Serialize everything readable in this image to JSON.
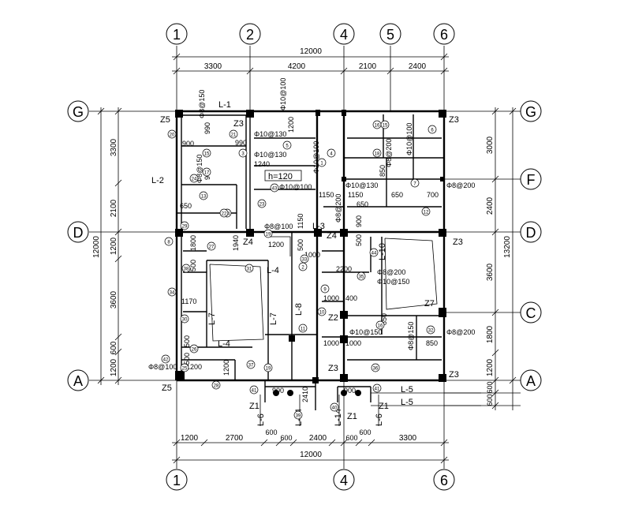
{
  "grid": {
    "top": [
      "1",
      "2",
      "4",
      "5",
      "6"
    ],
    "bottom": [
      "1",
      "4",
      "6"
    ],
    "left": [
      "G",
      "D",
      "A"
    ],
    "right": [
      "G",
      "F",
      "D",
      "C",
      "A"
    ]
  },
  "dims": {
    "top_total": "12000",
    "top": [
      "3300",
      "4200",
      "2100",
      "2400"
    ],
    "bottom_total": "12000",
    "bottom": [
      "1200",
      "2700",
      "600",
      "600",
      "2400",
      "600",
      "600",
      "3300"
    ],
    "left_total": "12000",
    "left_outer": [
      "3300",
      "2100",
      "1200",
      "3600",
      "600",
      "1200"
    ],
    "right_total": "13200",
    "right": [
      "3000",
      "2400",
      "3600",
      "1800",
      "1200",
      "600",
      "600"
    ]
  },
  "columns": [
    "Z5",
    "Z3",
    "Z3",
    "Z4",
    "Z4",
    "Z3",
    "Z7",
    "Z2",
    "Z3",
    "Z3",
    "Z5",
    "Z1",
    "Z1",
    "Z1"
  ],
  "beams": [
    "L-1",
    "L-2",
    "L-3",
    "L-4",
    "L-4",
    "L-7",
    "L-7",
    "L-8",
    "L-10",
    "L-5",
    "L-5",
    "L-6",
    "L-14",
    "L-14",
    "L-6"
  ],
  "rebar": [
    "Φ8@150",
    "Φ10@100",
    "Φ10@130",
    "Φ10@130",
    "Φ8@150",
    "Φ10@100",
    "Φ10@100",
    "Φ10@130",
    "Φ10@100",
    "Φ8@200",
    "Φ8@200",
    "Φ8@200",
    "Φ10@150",
    "Φ8@200",
    "Φ10@150",
    "Φ8@150",
    "Φ8@200",
    "Φ8@100",
    "Φ8@100"
  ],
  "sizes": [
    "990",
    "990",
    "1200",
    "900",
    "900",
    "1240",
    "650",
    "1150",
    "1150",
    "650",
    "700",
    "850",
    "650",
    "1940",
    "1200",
    "1150",
    "1000",
    "900",
    "500",
    "500",
    "2200",
    "1000",
    "400",
    "1170",
    "2200",
    "850",
    "1000",
    "1000",
    "850",
    "2200",
    "1200",
    "1200",
    "1800",
    "500",
    "500",
    "500",
    "1200",
    "2410",
    "900",
    "900"
  ],
  "note": "h=120",
  "circled": [
    "20",
    "15",
    "17",
    "21",
    "3",
    "5",
    "4",
    "18",
    "16",
    "13",
    "7",
    "6",
    "43",
    "19",
    "12",
    "14",
    "8",
    "27",
    "9",
    "10",
    "11",
    "33",
    "35",
    "44",
    "36",
    "32",
    "19",
    "37",
    "42",
    "41",
    "41",
    "40",
    "39",
    "28",
    "23",
    "2",
    "1",
    "38",
    "30",
    "34",
    "26",
    "22",
    "15",
    "16",
    "29",
    "31",
    "24",
    "25"
  ]
}
